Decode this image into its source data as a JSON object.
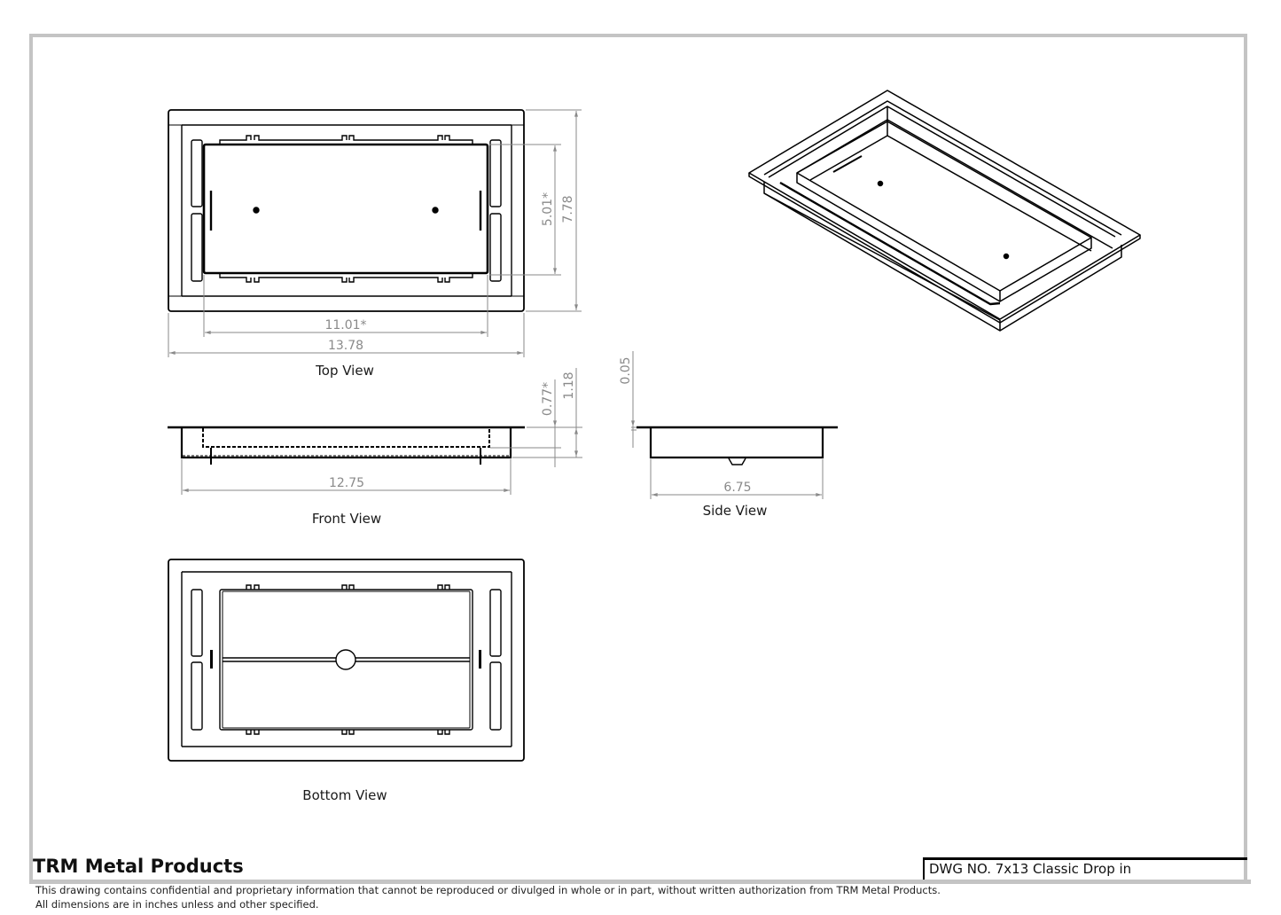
{
  "title_block": {
    "company": "TRM Metal Products",
    "drawing_number_label": "DWG NO.",
    "drawing_number": "7x13 Classic Drop in",
    "drawing_number_full": "DWG NO. 7x13 Classic Drop in",
    "notice_line_1": "This drawing contains confidential and proprietary information that cannot be reproduced or divulged in whole or in part, without written authorization from TRM Metal Products.",
    "notice_line_2": "All dimensions are in inches unless and other specified."
  },
  "views": {
    "top": {
      "label": "Top View",
      "dimensions": {
        "inner_width": "11.01*",
        "overall_width": "13.78",
        "inner_height": "5.01*",
        "overall_height": "7.78"
      }
    },
    "front": {
      "label": "Front View",
      "dimensions": {
        "body_width": "12.75",
        "depth_inner": "0.77*",
        "depth_overall": "1.18"
      }
    },
    "side": {
      "label": "Side View",
      "dimensions": {
        "body_width": "6.75",
        "flange_thickness": "0.05"
      }
    },
    "bottom": {
      "label": "Bottom View"
    },
    "isometric": {
      "label": ""
    }
  },
  "colors": {
    "line": "#000000",
    "dimension": "#8a8a8a",
    "frame": "#c4c4c4"
  }
}
